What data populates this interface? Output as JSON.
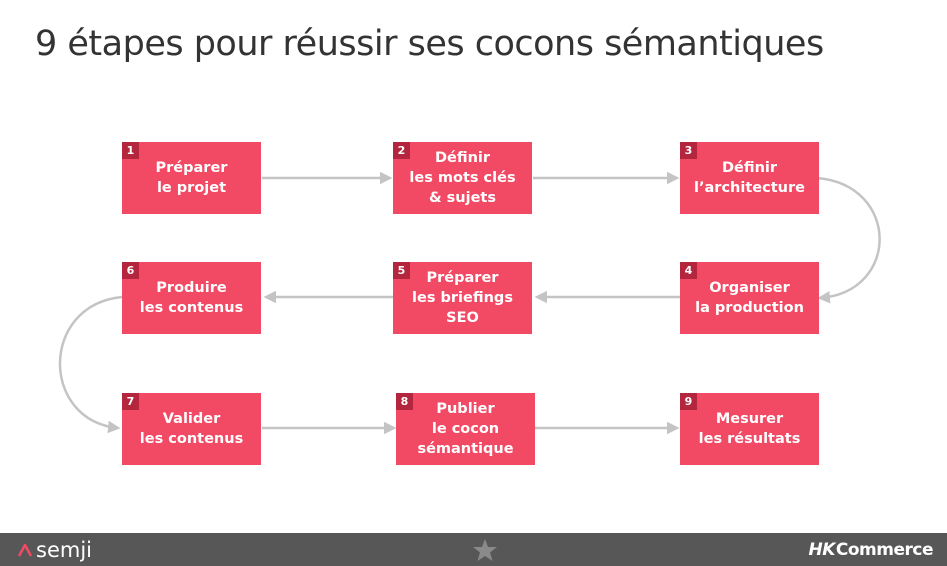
{
  "title": "9 étapes pour réussir ses cocons sémantiques",
  "steps": [
    {
      "num": "1",
      "label": "Préparer\nle projet"
    },
    {
      "num": "2",
      "label": "Définir\nles mots clés\n& sujets"
    },
    {
      "num": "3",
      "label": "Définir\nl’architecture"
    },
    {
      "num": "4",
      "label": "Organiser\nla production"
    },
    {
      "num": "5",
      "label": "Préparer\nles briefings\nSEO"
    },
    {
      "num": "6",
      "label": "Produire\nles contenus"
    },
    {
      "num": "7",
      "label": "Valider\nles contenus"
    },
    {
      "num": "8",
      "label": "Publier\nle cocon\nsémantique"
    },
    {
      "num": "9",
      "label": "Mesurer\nles résultats"
    }
  ],
  "colors": {
    "box": "#f24a64",
    "badge": "#b3263d",
    "arrow": "#c4c4c4",
    "footer": "#575757"
  },
  "footer": {
    "left_logo_text": "semji",
    "left_logo_icon": "semji-logo-icon",
    "center_icon": "star-icon",
    "right_logo_prefix": "HK",
    "right_logo_text": "Commerce"
  }
}
